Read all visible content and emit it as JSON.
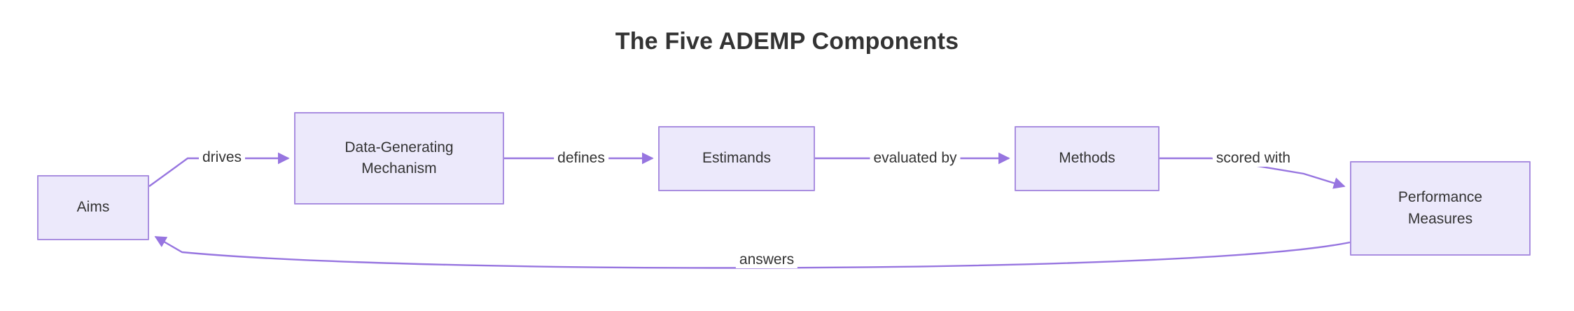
{
  "diagram": {
    "title": "The Five ADEMP Components",
    "type": "flowchart",
    "direction": "left-to-right",
    "colors": {
      "node_fill": "#ece9fb",
      "node_border": "#a98ee0",
      "edge_stroke": "#9775e0",
      "text": "#333333",
      "background": "#ffffff"
    },
    "nodes": [
      {
        "id": "aims",
        "label": "Aims"
      },
      {
        "id": "dgm",
        "label": "Data-Generating\nMechanism"
      },
      {
        "id": "estimands",
        "label": "Estimands"
      },
      {
        "id": "methods",
        "label": "Methods"
      },
      {
        "id": "pm",
        "label": "Performance\nMeasures"
      }
    ],
    "edges": [
      {
        "id": "e1",
        "from": "aims",
        "to": "dgm",
        "label": "drives"
      },
      {
        "id": "e2",
        "from": "dgm",
        "to": "estimands",
        "label": "defines"
      },
      {
        "id": "e3",
        "from": "estimands",
        "to": "methods",
        "label": "evaluated by"
      },
      {
        "id": "e4",
        "from": "methods",
        "to": "pm",
        "label": "scored with"
      },
      {
        "id": "e5",
        "from": "pm",
        "to": "aims",
        "label": "answers"
      }
    ]
  }
}
